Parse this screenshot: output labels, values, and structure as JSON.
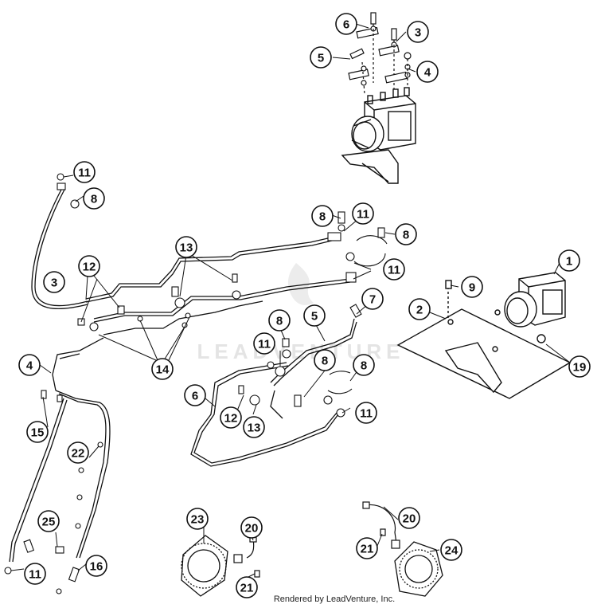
{
  "diagram": {
    "watermark": "LEADVENTURE",
    "footer": "Rendered by LeadVenture, Inc.",
    "callouts": [
      {
        "id": "c6-top",
        "label": "6"
      },
      {
        "id": "c3-top",
        "label": "3"
      },
      {
        "id": "c5-top",
        "label": "5"
      },
      {
        "id": "c4-top",
        "label": "4"
      },
      {
        "id": "c11-a",
        "label": "11"
      },
      {
        "id": "c8-a",
        "label": "8"
      },
      {
        "id": "c8-b",
        "label": "8"
      },
      {
        "id": "c11-b",
        "label": "11"
      },
      {
        "id": "c8-c",
        "label": "8"
      },
      {
        "id": "c11-c",
        "label": "11"
      },
      {
        "id": "c13-a",
        "label": "13"
      },
      {
        "id": "c1",
        "label": "1"
      },
      {
        "id": "c12-a",
        "label": "12"
      },
      {
        "id": "c3-b",
        "label": "3"
      },
      {
        "id": "c9",
        "label": "9"
      },
      {
        "id": "c2",
        "label": "2"
      },
      {
        "id": "c7",
        "label": "7"
      },
      {
        "id": "c5-b",
        "label": "5"
      },
      {
        "id": "c8-d",
        "label": "8"
      },
      {
        "id": "c11-d",
        "label": "11"
      },
      {
        "id": "c19",
        "label": "19"
      },
      {
        "id": "c4-b",
        "label": "4"
      },
      {
        "id": "c14",
        "label": "14"
      },
      {
        "id": "c8-e",
        "label": "8"
      },
      {
        "id": "c8-f",
        "label": "8"
      },
      {
        "id": "c6-b",
        "label": "6"
      },
      {
        "id": "c12-b",
        "label": "12"
      },
      {
        "id": "c13-b",
        "label": "13"
      },
      {
        "id": "c11-e",
        "label": "11"
      },
      {
        "id": "c15",
        "label": "15"
      },
      {
        "id": "c22",
        "label": "22"
      },
      {
        "id": "c23",
        "label": "23"
      },
      {
        "id": "c20-a",
        "label": "20"
      },
      {
        "id": "c20-b",
        "label": "20"
      },
      {
        "id": "c25",
        "label": "25"
      },
      {
        "id": "c21-a",
        "label": "21"
      },
      {
        "id": "c24",
        "label": "24"
      },
      {
        "id": "c11-f",
        "label": "11"
      },
      {
        "id": "c16",
        "label": "16"
      },
      {
        "id": "c21-b",
        "label": "21"
      }
    ]
  }
}
